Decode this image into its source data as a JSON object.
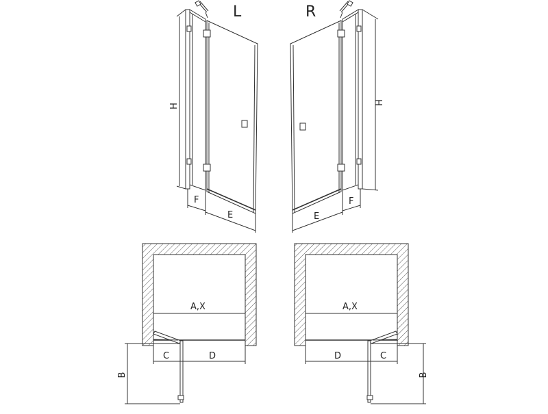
{
  "views": {
    "left_label": "L",
    "right_label": "R"
  },
  "dimensions": {
    "height": "H",
    "fixed_width": "F",
    "door_width": "E",
    "overall": "A,X",
    "plan_fixed": "C",
    "plan_door": "D",
    "depth": "B"
  }
}
